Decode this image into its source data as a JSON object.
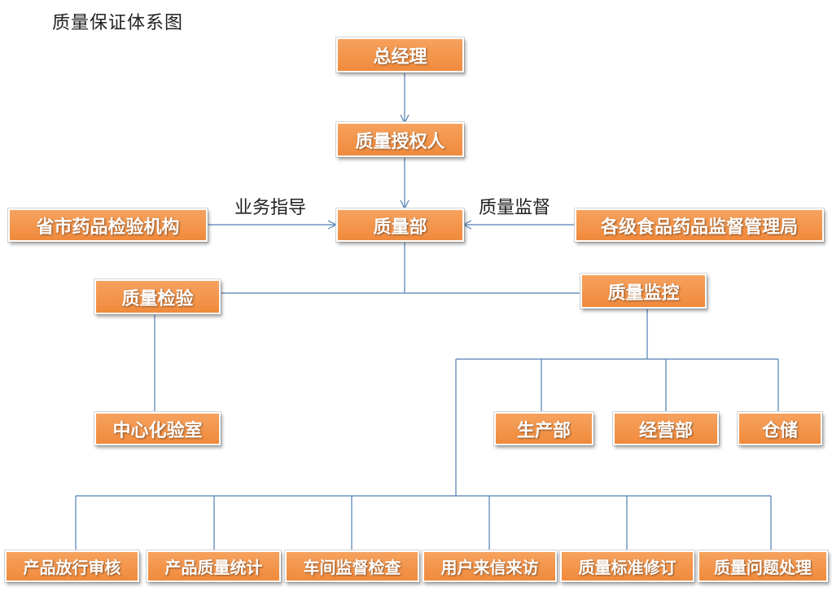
{
  "title": "质量保证体系图",
  "nodes": {
    "general_manager": "总经理",
    "qa_authorized_person": "质量授权人",
    "quality_dept": "质量部",
    "provincial_lab": "省市药品检验机构",
    "fda_bureaus": "各级食品药品监督管理局",
    "quality_inspection": "质量检验",
    "quality_monitoring": "质量监控",
    "central_lab": "中心化验室",
    "production_dept": "生产部",
    "business_dept": "经营部",
    "warehouse": "仓储",
    "product_release_review": "产品放行审核",
    "product_quality_statistics": "产品质量统计",
    "workshop_supervision": "车间监督检查",
    "user_letters_visits": "用户来信来访",
    "quality_standard_revision": "质量标准修订",
    "quality_issue_handling": "质量问题处理"
  },
  "edge_labels": {
    "business_guidance": "业务指导",
    "quality_supervision": "质量监督"
  },
  "colors": {
    "box_fill": "#f08a3c",
    "connector": "#4f7fb4",
    "text": "#ffffff"
  }
}
